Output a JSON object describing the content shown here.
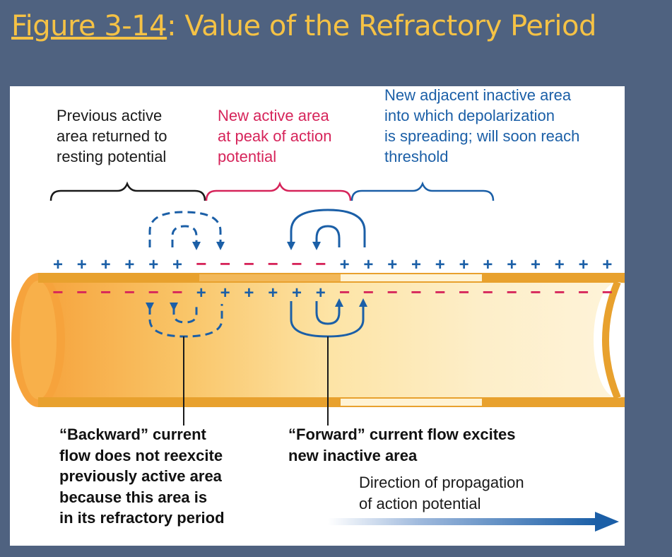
{
  "title": {
    "link_text": "Figure 3-14",
    "rest_text": ": Value of the Refractory Period"
  },
  "labels": {
    "previous_active": "Previous active\narea returned to\nresting potential",
    "new_active": "New active area\nat peak of action\npotential",
    "new_adjacent": "New adjacent inactive area\ninto which depolarization\nis spreading; will soon reach\nthreshold",
    "backward_current": "“Backward” current\nflow does not reexcite\npreviously active area\nbecause this area is\nin its refractory period",
    "forward_current": "“Forward” current flow excites\nnew inactive area",
    "direction": "Direction of propagation\nof action potential"
  },
  "membrane": {
    "outer_charges": [
      "+",
      "+",
      "+",
      "+",
      "+",
      "+",
      "−",
      "−",
      "−",
      "−",
      "−",
      "−",
      "+",
      "+",
      "+",
      "+",
      "+",
      "+",
      "+",
      "+",
      "+",
      "+",
      "+",
      "+"
    ],
    "inner_charges": [
      "−",
      "−",
      "−",
      "−",
      "−",
      "−",
      "+",
      "+",
      "+",
      "+",
      "+",
      "+",
      "−",
      "−",
      "−",
      "−",
      "−",
      "−",
      "−",
      "−",
      "−",
      "−",
      "−",
      "−"
    ]
  },
  "colors": {
    "background": "#4f6280",
    "title": "#f5c245",
    "positive": "#1b5fa7",
    "negative": "#d6245a",
    "axon_orange": "#f0a030",
    "axon_light": "#fde9b0"
  }
}
